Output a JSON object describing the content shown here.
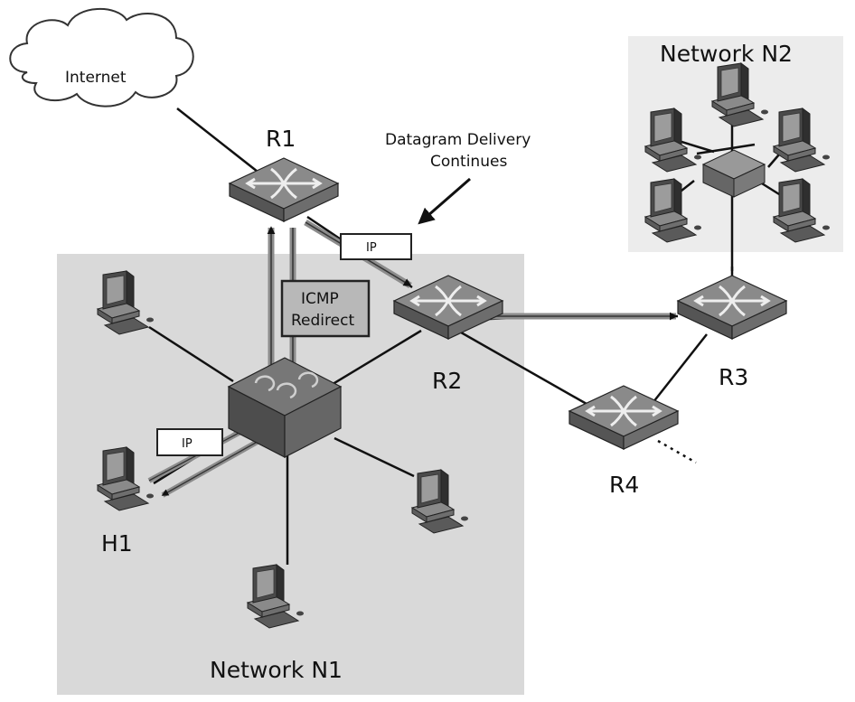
{
  "labels": {
    "internet": "Internet",
    "r1": "R1",
    "r2": "R2",
    "r3": "R3",
    "r4": "R4",
    "h1": "H1",
    "network_n1": "Network N1",
    "network_n2": "Network N2",
    "datagram_line1": "Datagram Delivery",
    "datagram_line2": "Continues",
    "icmp_line1": "ICMP",
    "icmp_line2": "Redirect",
    "ip_upper": "IP",
    "ip_lower": "IP"
  },
  "colors": {
    "network_region": "#d9d9d9",
    "device": "#7a7a7a",
    "link": "#111111",
    "flow_arrow": "#8c8c8c"
  },
  "icons": [
    "cloud-icon",
    "router-icon",
    "switch-icon",
    "computer-icon"
  ]
}
